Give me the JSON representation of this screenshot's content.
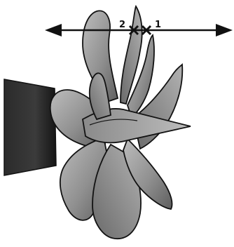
{
  "diagram": {
    "points": [
      {
        "id": "2",
        "label": "2"
      },
      {
        "id": "1",
        "label": "1"
      }
    ],
    "colors": {
      "blade_light": "#a9a9a9",
      "blade_dark": "#5f5f5f",
      "outline": "#121212",
      "arrow": "#111111",
      "shaft": "#2c2c2c"
    },
    "icons": {
      "axis": "double-headed-arrow-icon",
      "marker": "x-mark-icon"
    }
  }
}
